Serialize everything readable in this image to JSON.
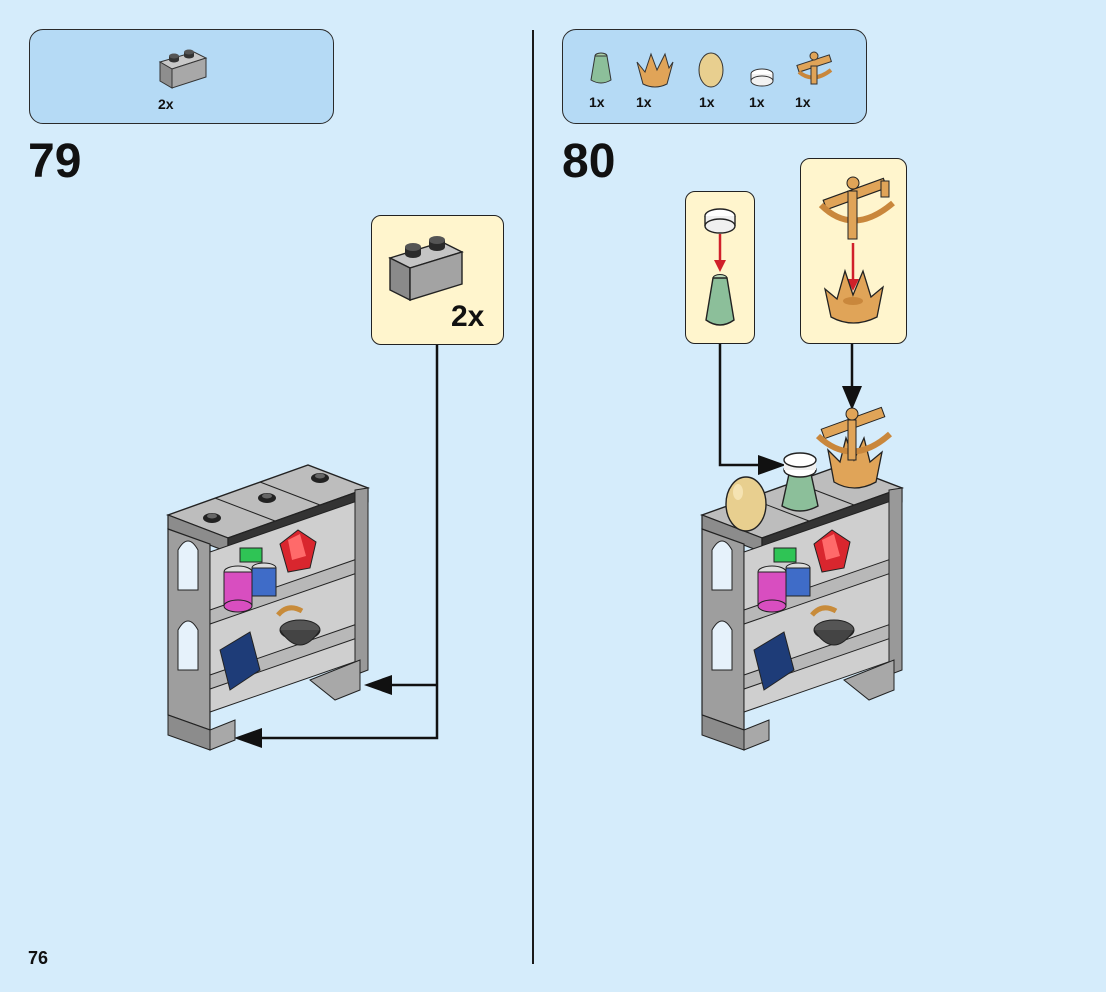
{
  "page_number": "76",
  "colors": {
    "background": "#d5ecfb",
    "parts_box": "#b5daf5",
    "callout": "#fff5cd",
    "brick_gray": "#a8a8a8",
    "arrow_red": "#d0202a"
  },
  "step_79": {
    "number": "79",
    "parts": [
      {
        "icon": "gray-brick-1x2-icon",
        "qty": "2x"
      }
    ],
    "callout": {
      "icon": "gray-brick-1x2-icon",
      "qty": "2x"
    }
  },
  "step_80": {
    "number": "80",
    "parts": [
      {
        "icon": "sand-green-cone-icon",
        "qty": "1x"
      },
      {
        "icon": "gold-crown-cup-icon",
        "qty": "1x"
      },
      {
        "icon": "tan-egg-icon",
        "qty": "1x"
      },
      {
        "icon": "white-round-tile-icon",
        "qty": "1x"
      },
      {
        "icon": "gold-telescope-astrolabe-icon",
        "qty": "1x"
      }
    ]
  }
}
